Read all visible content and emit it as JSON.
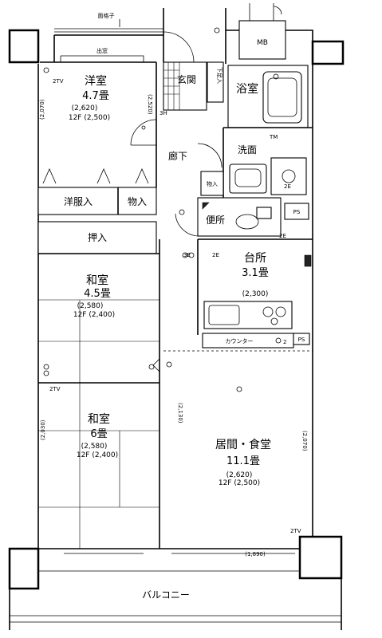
{
  "labels": {
    "top_rail": "面格子",
    "mb": "MB",
    "western_room_name": "洋室",
    "western_room_size": "4.7畳",
    "western_room_dim1": "(2,620)",
    "western_room_dim2": "12F (2,500)",
    "western_window": "出窓",
    "entrance": "玄関",
    "shoe_box": "下足入",
    "bath": "浴室",
    "wash": "洗面",
    "hallway": "廊下",
    "storage_small": "物入",
    "wardrobe": "洋服入",
    "storage": "物入",
    "toilet": "便所",
    "closet": "押入",
    "kitchen_name": "台所",
    "kitchen_size": "3.1畳",
    "kitchen_dim": "(2,300)",
    "counter": "カウンター",
    "ps_upper": "PS",
    "ps_lower": "PS",
    "washitsu1_name": "和室",
    "washitsu1_size": "4.5畳",
    "washitsu1_dim1": "(2,580)",
    "washitsu1_dim2": "12F (2,400)",
    "washitsu2_name": "和室",
    "washitsu2_size": "6畳",
    "washitsu2_dim1": "(2,580)",
    "washitsu2_dim2": "12F (2,400)",
    "living_name": "居間・食堂",
    "living_size": "11.1畳",
    "living_dim1": "(2,620)",
    "living_dim2": "12F (2,500)",
    "balcony": "バルコニー",
    "dim_2070": "(2,070)",
    "dim_2520": "(2,520)",
    "dim_2030": "(2,030)",
    "dim_2130": "(2,130)",
    "dim_2070b": "(2,070)",
    "dim_1890": "(1,890)",
    "tv1": "2TV",
    "tv2": "2TV",
    "tv3": "2TV",
    "tm": "TM",
    "e2_a": "2E",
    "e2_b": "2E",
    "e2_c": "2E",
    "three_h": "3H",
    "e3": "3E",
    "e2_counter": "2",
    "outlet_marks": "2"
  }
}
